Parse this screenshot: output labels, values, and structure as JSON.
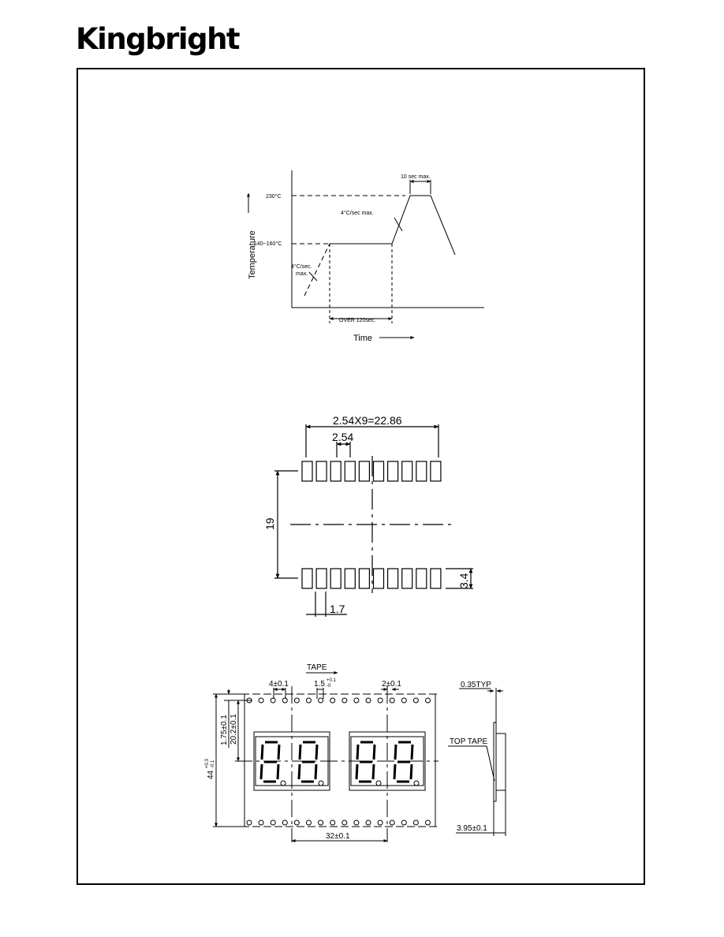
{
  "header": {
    "logo_text": "Kingbright"
  },
  "soldering_profile": {
    "y_axis_label": "Temperature",
    "x_axis_label": "Time",
    "peak_temp_label": "230°C",
    "preheat_temp_label": "140~160°C",
    "peak_time_label": "10 sec max.",
    "ramp_up_label": "4°C/sec max.",
    "preheat_ramp_label_1": "4°C/sec.",
    "preheat_ramp_label_2": "max.",
    "preheat_duration_label": "OVER 120sec."
  },
  "pad_layout": {
    "total_width_label": "2.54X9=22.86",
    "pitch_label": "2.54",
    "row_spacing_label": "19",
    "pad_length_label": "3.4",
    "pad_width_label": "1.7"
  },
  "tape_spec": {
    "direction_label": "TAPE",
    "sprocket_pitch_label": "4±0.1",
    "hole_dia_label": "1.5",
    "hole_dia_tol_plus": "+0.1",
    "hole_dia_tol_minus": "-0",
    "hole_to_pocket_label": "2±0.1",
    "thickness_label": "0.35TYP",
    "edge_distance_label": "1.75±0.1",
    "center_distance_label": "20.2±0.1",
    "tape_width_label": "44",
    "tape_width_tol_plus": "+0.3",
    "tape_width_tol_minus": "-0.1",
    "top_tape_label": "TOP TAPE",
    "pocket_pitch_label": "32±0.1",
    "pocket_depth_label": "3.95±0.1"
  }
}
